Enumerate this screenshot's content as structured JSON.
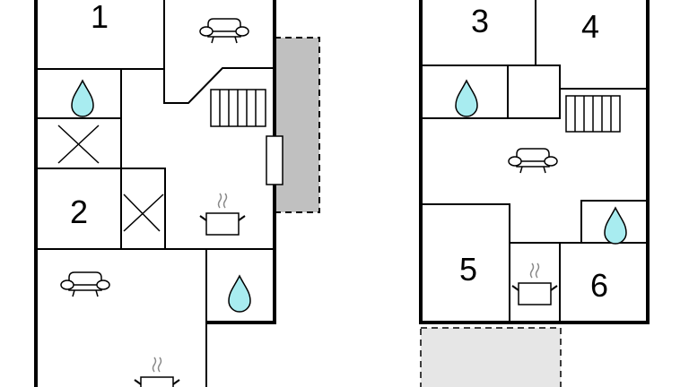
{
  "plans": [
    {
      "name": "ground-floor",
      "rooms": [
        {
          "label": "1"
        },
        {
          "label": "2"
        }
      ]
    },
    {
      "name": "upper-floor",
      "rooms": [
        {
          "label": "3"
        },
        {
          "label": "4"
        },
        {
          "label": "5"
        },
        {
          "label": "6"
        }
      ]
    }
  ],
  "colors": {
    "water": "#a8ecf0",
    "terrace": "#c0c0c0",
    "balcony": "#e6e6e6",
    "wall": "#000000"
  },
  "icons": [
    "sofa-icon",
    "water-drop-icon",
    "cooking-pot-icon",
    "stairs-icon",
    "bed-cross-icon"
  ]
}
